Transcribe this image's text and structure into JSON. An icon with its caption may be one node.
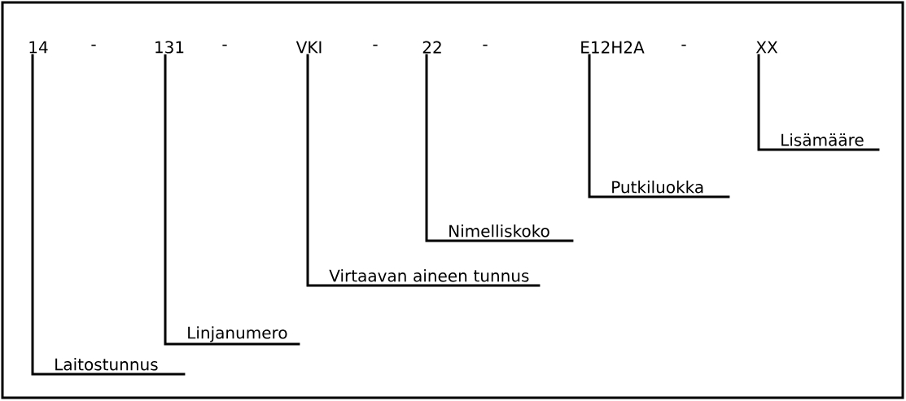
{
  "diagram": {
    "nodes": [
      {
        "text": [
          "14"
        ]
      },
      {
        "text": [
          "131"
        ]
      },
      {
        "text": [
          "VKI"
        ]
      },
      {
        "text": [
          "22"
        ]
      },
      {
        "text": [
          "E12H2A"
        ]
      },
      {
        "text": [
          "XX"
        ]
      },
      {
        "text": [
          "Laitostunnus"
        ]
      },
      {
        "text": [
          "Linjanumero"
        ]
      },
      {
        "text": [
          "Virtaavan aineen tunnus"
        ]
      },
      {
        "text": [
          "Nimelliskoko"
        ]
      },
      {
        "text": [
          "Putkiluokka"
        ]
      },
      {
        "text": [
          "Lisämääre"
        ]
      }
    ],
    "edges": [
      {
        "from": 0,
        "to": 6,
        "arrow": "none"
      },
      {
        "from": 1,
        "to": 7,
        "arrow": "none"
      },
      {
        "from": 2,
        "to": 8,
        "arrow": "none"
      },
      {
        "from": 3,
        "to": 9,
        "arrow": "none"
      },
      {
        "from": 4,
        "to": 10,
        "arrow": "none"
      },
      {
        "from": 5,
        "to": 11,
        "arrow": "none"
      }
    ],
    "labels": [
      "-",
      "-",
      "-",
      "-",
      "-"
    ]
  }
}
